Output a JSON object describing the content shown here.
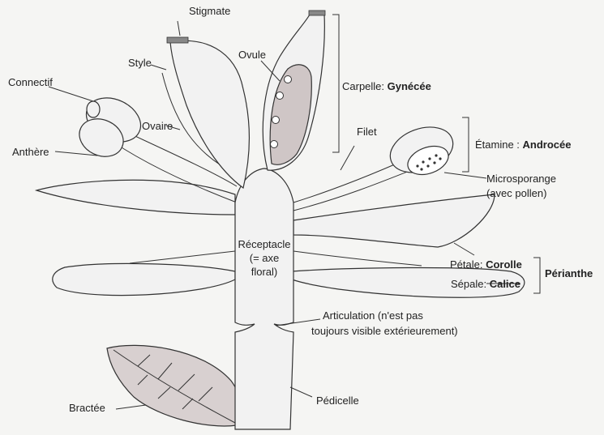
{
  "labels": {
    "stigmate": "Stigmate",
    "style": "Style",
    "ovule": "Ovule",
    "connectif": "Connectif",
    "ovaire": "Ovaire",
    "anthere": "Anthère",
    "filet": "Filet",
    "carpelle_prefix": "Carpelle: ",
    "carpelle_bold": "Gynécée",
    "etamine_prefix": "Étamine : ",
    "etamine_bold": "Androcée",
    "microsporange": "Microsporange",
    "avec_pollen": "(avec pollen)",
    "receptacle_1": "Réceptacle",
    "receptacle_2": "(= axe",
    "receptacle_3": "floral)",
    "petale_prefix": "Pétale: ",
    "petale_bold": "Corolle",
    "sepale_prefix": "Sépale: ",
    "sepale_bold": "Calice",
    "perianthe": "Périanthe",
    "articulation_1": "Articulation (n'est pas",
    "articulation_2": "toujours visible extérieurement)",
    "pedicelle": "Pédicelle",
    "bractee": "Bractée"
  },
  "colors": {
    "background": "#f5f5f3",
    "organ_fill": "#f2f2f2",
    "ovary_cavity": "#cfc6c6",
    "outline": "#333333"
  }
}
